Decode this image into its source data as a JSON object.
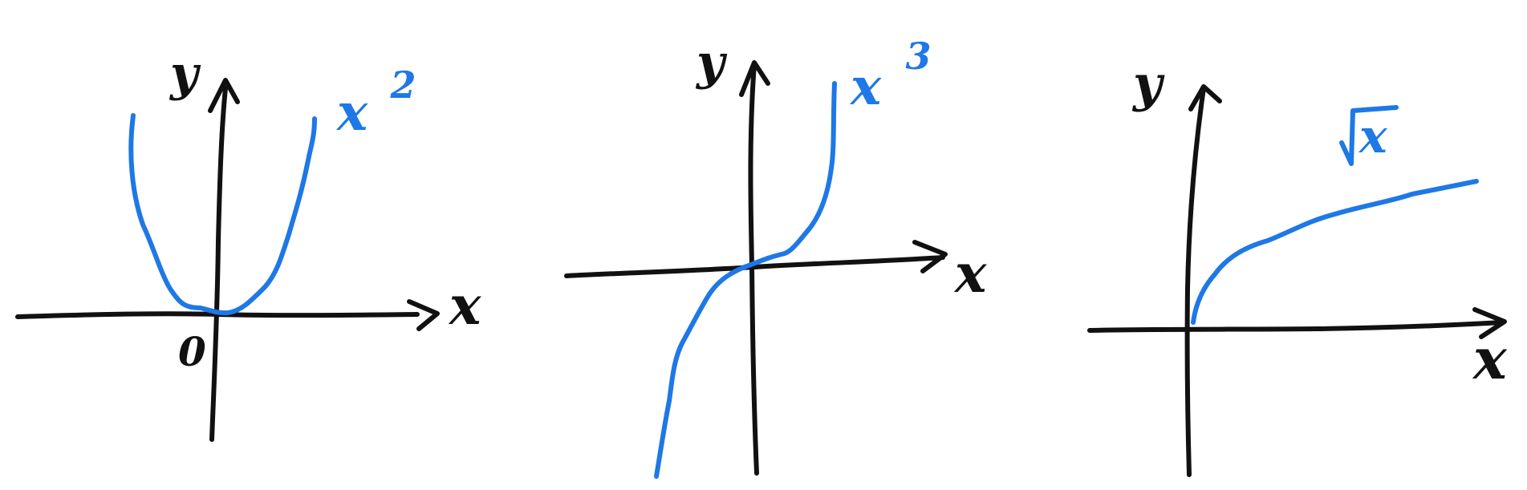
{
  "colors": {
    "ink": "#111111",
    "curve": "#1e78e6",
    "background": "#ffffff"
  },
  "graphs": [
    {
      "function": "x^2",
      "curve_label_base": "x",
      "curve_label_exp": "2",
      "x_axis_label": "x",
      "y_axis_label": "y",
      "origin_label": "0"
    },
    {
      "function": "x^3",
      "curve_label_base": "x",
      "curve_label_exp": "3",
      "x_axis_label": "x",
      "y_axis_label": "y"
    },
    {
      "function": "sqrt(x)",
      "curve_label_base": "x",
      "x_axis_label": "x",
      "y_axis_label": "y"
    }
  ]
}
